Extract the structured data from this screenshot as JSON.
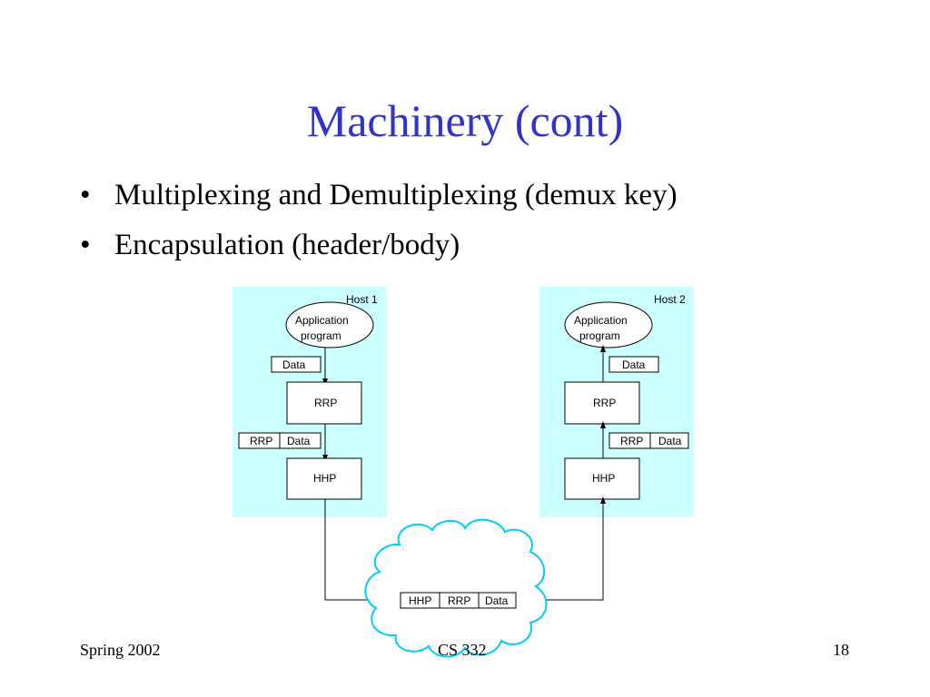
{
  "slide": {
    "title": "Machinery (cont)",
    "bullets": [
      "Multiplexing and Demultiplexing (demux key)",
      "Encapsulation (header/body)"
    ]
  },
  "diagram": {
    "host1": {
      "label": "Host 1",
      "app_line1": "Application",
      "app_line2": "program",
      "data_label": "Data",
      "rrp_box": "RRP",
      "rrp_hdr": "RRP",
      "rrp_data": "Data",
      "hhp_box": "HHP"
    },
    "host2": {
      "label": "Host 2",
      "app_line1": "Application",
      "app_line2": "program",
      "data_label": "Data",
      "rrp_box": "RRP",
      "rrp_hdr": "RRP",
      "rrp_data": "Data",
      "hhp_box": "HHP"
    },
    "network": {
      "hhp": "HHP",
      "rrp": "RRP",
      "data": "Data"
    },
    "colors": {
      "host_bg": "#ccffff",
      "cloud_stroke": "#00ccff",
      "title": "#3333cc"
    }
  },
  "footer": {
    "left": "Spring 2002",
    "center": "CS 332",
    "right": "18"
  }
}
